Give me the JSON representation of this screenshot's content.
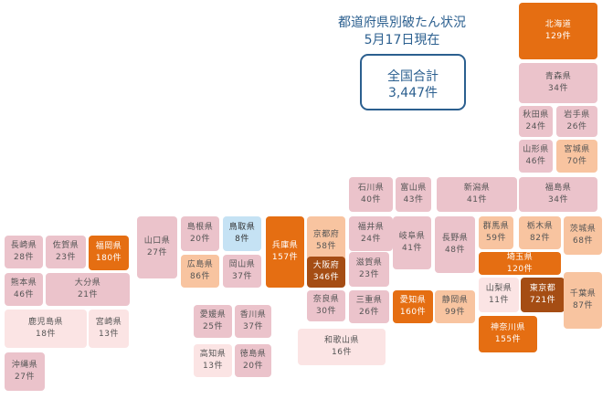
{
  "title": {
    "line1": "都道府県別破たん状況",
    "line2": "5月17日現在"
  },
  "total": {
    "label": "全国合計",
    "value": "3,447件"
  },
  "colors": {
    "very_low": "#fbe4e4",
    "low": "#ebc3cb",
    "mid": "#f8c4a0",
    "high": "#f4ac7c",
    "very_high": "#e56e12",
    "highest": "#a54d14",
    "special": "#c5e2f4",
    "title": "#2b5f8f"
  },
  "prefectures": [
    {
      "name": "北海道",
      "count": "129件",
      "tier": "very_high"
    },
    {
      "name": "青森県",
      "count": "34件",
      "tier": "low"
    },
    {
      "name": "秋田県",
      "count": "24件",
      "tier": "low"
    },
    {
      "name": "岩手県",
      "count": "26件",
      "tier": "low"
    },
    {
      "name": "山形県",
      "count": "46件",
      "tier": "low"
    },
    {
      "name": "宮城県",
      "count": "70件",
      "tier": "mid"
    },
    {
      "name": "新潟県",
      "count": "41件",
      "tier": "low"
    },
    {
      "name": "福島県",
      "count": "34件",
      "tier": "low"
    },
    {
      "name": "石川県",
      "count": "40件",
      "tier": "low"
    },
    {
      "name": "富山県",
      "count": "43件",
      "tier": "low"
    },
    {
      "name": "群馬県",
      "count": "59件",
      "tier": "mid"
    },
    {
      "name": "栃木県",
      "count": "82件",
      "tier": "mid"
    },
    {
      "name": "茨城県",
      "count": "68件",
      "tier": "mid"
    },
    {
      "name": "京都府",
      "count": "58件",
      "tier": "mid"
    },
    {
      "name": "福井県",
      "count": "24件",
      "tier": "low"
    },
    {
      "name": "岐阜県",
      "count": "41件",
      "tier": "low"
    },
    {
      "name": "長野県",
      "count": "48件",
      "tier": "low"
    },
    {
      "name": "埼玉県",
      "count": "120件",
      "tier": "very_high"
    },
    {
      "name": "大阪府",
      "count": "346件",
      "tier": "highest"
    },
    {
      "name": "滋賀県",
      "count": "23件",
      "tier": "low"
    },
    {
      "name": "山梨県",
      "count": "11件",
      "tier": "very_low"
    },
    {
      "name": "東京都",
      "count": "721件",
      "tier": "highest"
    },
    {
      "name": "千葉県",
      "count": "87件",
      "tier": "mid"
    },
    {
      "name": "奈良県",
      "count": "30件",
      "tier": "low"
    },
    {
      "name": "三重県",
      "count": "26件",
      "tier": "low"
    },
    {
      "name": "愛知県",
      "count": "160件",
      "tier": "very_high"
    },
    {
      "name": "静岡県",
      "count": "99件",
      "tier": "mid"
    },
    {
      "name": "神奈川県",
      "count": "155件",
      "tier": "very_high"
    },
    {
      "name": "和歌山県",
      "count": "16件",
      "tier": "very_low"
    },
    {
      "name": "兵庫県",
      "count": "157件",
      "tier": "very_high"
    },
    {
      "name": "鳥取県",
      "count": "8件",
      "tier": "special"
    },
    {
      "name": "島根県",
      "count": "20件",
      "tier": "low"
    },
    {
      "name": "山口県",
      "count": "27件",
      "tier": "low"
    },
    {
      "name": "広島県",
      "count": "86件",
      "tier": "mid"
    },
    {
      "name": "岡山県",
      "count": "37件",
      "tier": "low"
    },
    {
      "name": "愛媛県",
      "count": "25件",
      "tier": "low"
    },
    {
      "name": "香川県",
      "count": "37件",
      "tier": "low"
    },
    {
      "name": "高知県",
      "count": "13件",
      "tier": "very_low"
    },
    {
      "name": "徳島県",
      "count": "20件",
      "tier": "low"
    },
    {
      "name": "長崎県",
      "count": "28件",
      "tier": "low"
    },
    {
      "name": "佐賀県",
      "count": "23件",
      "tier": "low"
    },
    {
      "name": "福岡県",
      "count": "180件",
      "tier": "very_high"
    },
    {
      "name": "熊本県",
      "count": "46件",
      "tier": "low"
    },
    {
      "name": "大分県",
      "count": "21件",
      "tier": "low"
    },
    {
      "name": "鹿児島県",
      "count": "18件",
      "tier": "very_low"
    },
    {
      "name": "宮崎県",
      "count": "13件",
      "tier": "very_low"
    },
    {
      "name": "沖縄県",
      "count": "27件",
      "tier": "low"
    }
  ]
}
